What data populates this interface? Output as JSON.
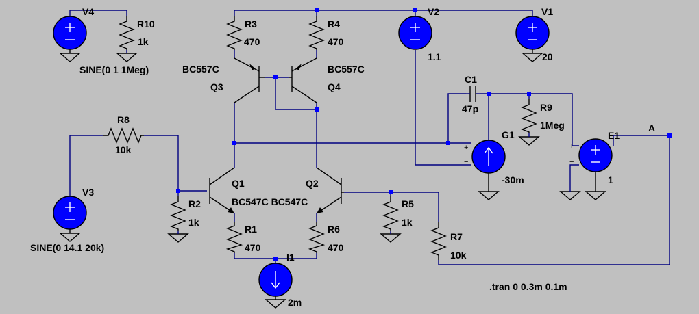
{
  "labels": {
    "V4": "V4",
    "R10": "R10",
    "R10_val": "1k",
    "V4_val": "SINE(0 1 1Meg)",
    "R3": "R3",
    "R3_val": "470",
    "R4": "R4",
    "R4_val": "470",
    "V2": "V2",
    "V2_val": "1.1",
    "V1": "V1",
    "V1_val": "20",
    "Q3_model": "BC557C",
    "Q3": "Q3",
    "Q4_model": "BC557C",
    "Q4": "Q4",
    "C1": "C1",
    "C1_val": "47p",
    "R9": "R9",
    "R9_val": "1Meg",
    "G1": "G1",
    "G1_val": "-30m",
    "E1": "E1",
    "E1_val": "1",
    "A": "A",
    "R8": "R8",
    "R8_val": "10k",
    "V3": "V3",
    "V3_val": "SINE(0 14.1 20k)",
    "Q1": "Q1",
    "Q2": "Q2",
    "Q12_models": "BC547C BC547C",
    "R2": "R2",
    "R2_val": "1k",
    "R1": "R1",
    "R1_val": "470",
    "R6": "R6",
    "R6_val": "470",
    "R5": "R5",
    "R5_val": "1k",
    "R7": "R7",
    "R7_val": "10k",
    "I1": "I1",
    "I1_val": "2m",
    "directive": ".tran 0 0.3m 0.1m"
  }
}
